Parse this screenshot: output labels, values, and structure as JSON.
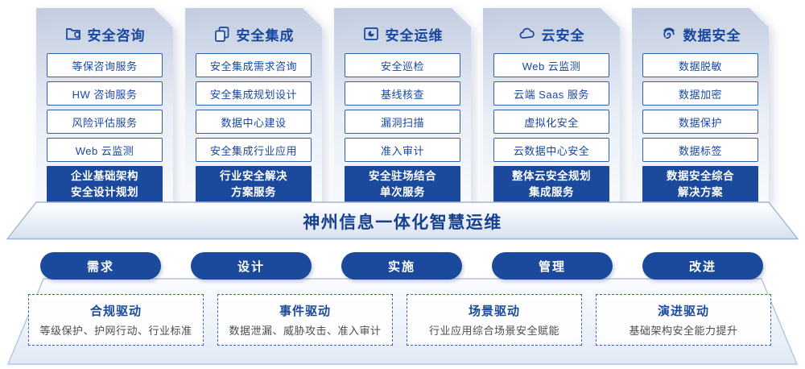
{
  "colors": {
    "accent": "#17479e",
    "solid_box_bg": "#1b4a9c",
    "item_border": "#3060aa",
    "desc_text": "#4d4d4d"
  },
  "columns": [
    {
      "icon": "folder-shield-icon",
      "title": "安全咨询",
      "items": [
        "等保咨询服务",
        "HW 咨询服务",
        "风险评估服务",
        "Web 云监测"
      ],
      "footer": [
        "企业基础架构",
        "安全设计规划"
      ]
    },
    {
      "icon": "copy-documents-icon",
      "title": "安全集成",
      "items": [
        "安全集成需求咨询",
        "安全集成规划设计",
        "数据中心建设",
        "安全集成行业应用"
      ],
      "footer": [
        "行业安全解决",
        "方案服务"
      ]
    },
    {
      "icon": "folder-pie-icon",
      "title": "安全运维",
      "items": [
        "安全巡检",
        "基线核查",
        "漏洞扫描",
        "准入审计"
      ],
      "footer": [
        "安全驻场结合",
        "单次服务"
      ]
    },
    {
      "icon": "cloud-icon",
      "title": "云安全",
      "items": [
        "Web 云监测",
        "云端 Saas 服务",
        "虚拟化安全",
        "云数据中心安全"
      ],
      "footer": [
        "整体云安全规划",
        "集成服务"
      ]
    },
    {
      "icon": "fingerprint-icon",
      "title": "数据安全",
      "items": [
        "数据脱敏",
        "数据加密",
        "数据保护",
        "数据标签"
      ],
      "footer": [
        "数据安全综合",
        "解决方案"
      ]
    }
  ],
  "platform": {
    "title": "神州信息一体化智慧运维"
  },
  "process_steps": [
    "需求",
    "设计",
    "实施",
    "管理",
    "改进"
  ],
  "drivers": [
    {
      "title": "合规驱动",
      "desc": "等级保护、护网行动、行业标准"
    },
    {
      "title": "事件驱动",
      "desc": "数据泄漏、威胁攻击、准入审计"
    },
    {
      "title": "场景驱动",
      "desc": "行业应用综合场景安全赋能"
    },
    {
      "title": "演进驱动",
      "desc": "基础架构安全能力提升"
    }
  ]
}
